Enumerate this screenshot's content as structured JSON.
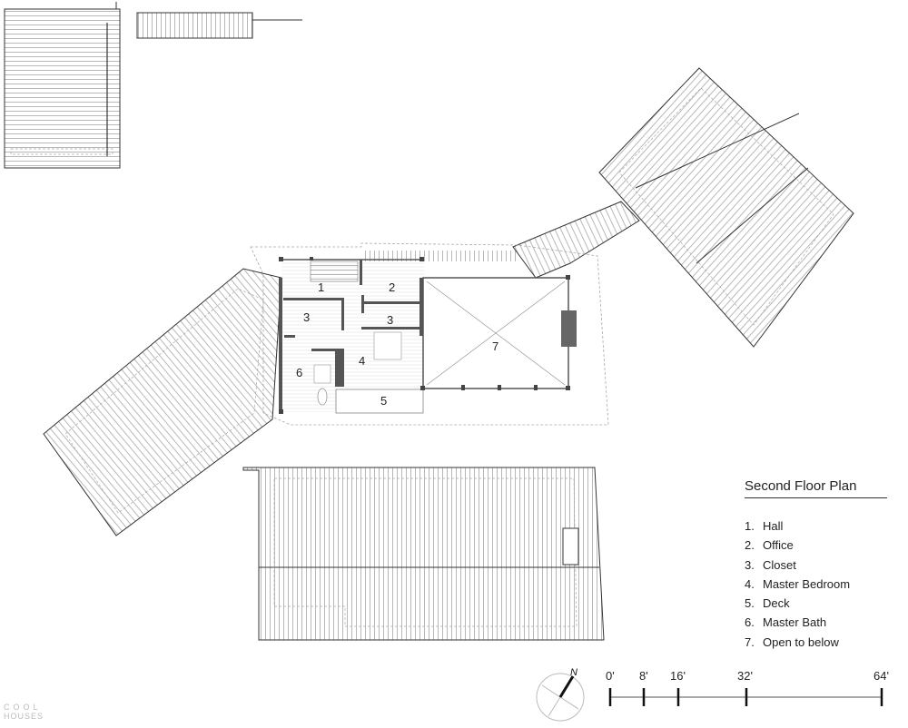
{
  "plan": {
    "title": "Second Floor Plan",
    "rooms": [
      {
        "num": "1.",
        "name": "Hall"
      },
      {
        "num": "2.",
        "name": "Office"
      },
      {
        "num": "3.",
        "name": "Closet"
      },
      {
        "num": "4.",
        "name": "Master Bedroom"
      },
      {
        "num": "5.",
        "name": "Deck"
      },
      {
        "num": "6.",
        "name": "Master Bath"
      },
      {
        "num": "7.",
        "name": "Open to below"
      }
    ],
    "room_tags": [
      "1",
      "2",
      "3",
      "3",
      "4",
      "5",
      "6",
      "7"
    ]
  },
  "scale": {
    "labels": [
      "0'",
      "8'",
      "16'",
      "32'",
      "64'"
    ]
  },
  "compass": {
    "label": "N"
  },
  "watermark": {
    "line1": "COOL",
    "line2": "HOUSES"
  }
}
